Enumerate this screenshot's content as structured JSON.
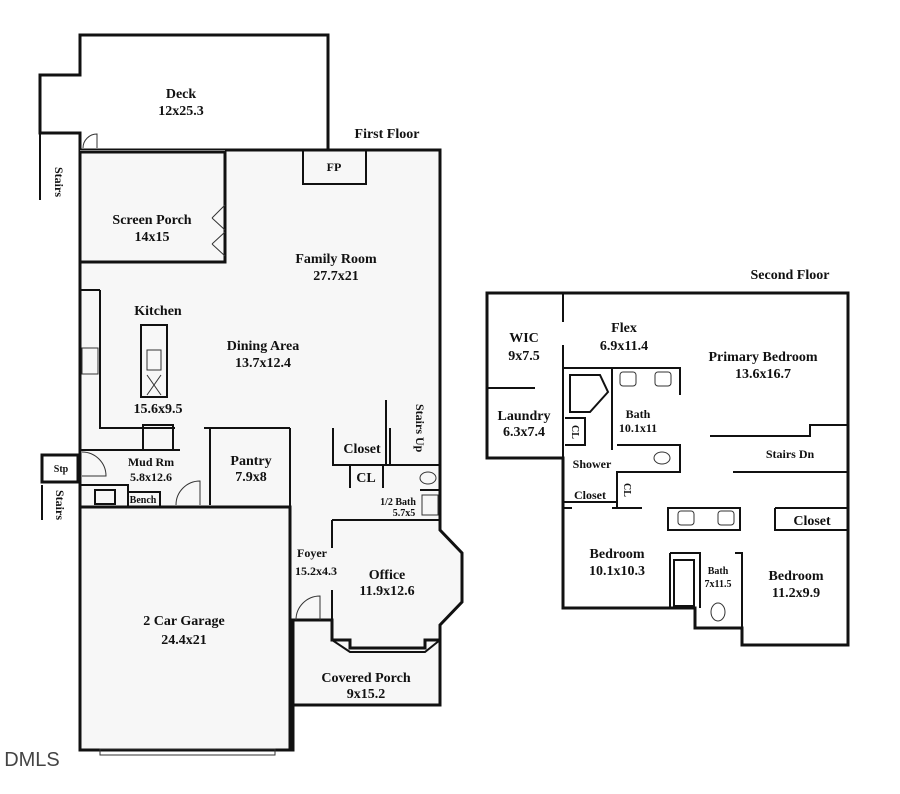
{
  "first_floor": {
    "title": "First Floor",
    "rooms": {
      "deck": {
        "name": "Deck",
        "size": "12x25.3"
      },
      "screen_porch": {
        "name": "Screen Porch",
        "size": "14x15"
      },
      "family_room": {
        "name": "Family Room",
        "size": "27.7x21"
      },
      "fireplace": "FP",
      "kitchen": {
        "name": "Kitchen",
        "size": "15.6x9.5"
      },
      "dining": {
        "name": "Dining Area",
        "size": "13.7x12.4"
      },
      "stairs_up": "Stairs Up",
      "closet": "Closet",
      "cl": "CL",
      "half_bath": {
        "name": "1/2 Bath",
        "size": "5.7x5"
      },
      "mud_room": {
        "name": "Mud Rm",
        "size": "5.8x12.6"
      },
      "bench": "Bench",
      "pantry": {
        "name": "Pantry",
        "size": "7.9x8"
      },
      "foyer": {
        "name": "Foyer",
        "size": "15.2x4.3"
      },
      "office": {
        "name": "Office",
        "size": "11.9x12.6"
      },
      "garage": {
        "name": "2 Car Garage",
        "size": "24.4x21"
      },
      "covered_porch": {
        "name": "Covered Porch",
        "size": "9x15.2"
      },
      "step": "Stp",
      "stairs_top": "Stairs",
      "stairs_bottom": "Stairs"
    }
  },
  "second_floor": {
    "title": "Second Floor",
    "rooms": {
      "wic": {
        "name": "WIC",
        "size": "9x7.5"
      },
      "flex": {
        "name": "Flex",
        "size": "6.9x11.4"
      },
      "primary_bedroom": {
        "name": "Primary Bedroom",
        "size": "13.6x16.7"
      },
      "laundry": {
        "name": "Laundry",
        "size": "6.3x7.4"
      },
      "primary_bath": {
        "name": "Bath",
        "size": "10.1x11"
      },
      "cl1": "CL",
      "cl2": "CL",
      "shower": "Shower",
      "closet_left": "Closet",
      "stairs_down": "Stairs Dn",
      "closet_right": "Closet",
      "bedroom2": {
        "name": "Bedroom",
        "size": "10.1x10.3"
      },
      "bath2": {
        "name": "Bath",
        "size": "7x11.5"
      },
      "bedroom3": {
        "name": "Bedroom",
        "size": "11.2x9.9"
      }
    }
  },
  "watermark": "DMLS",
  "colors": {
    "deck": "#dcdacb",
    "screen_porch": "#d8dce4",
    "garage": "#d9d9d9",
    "covered_porch": "#e6d9d4",
    "floor": "#f7f7f7",
    "step": "#e6d9d4"
  }
}
